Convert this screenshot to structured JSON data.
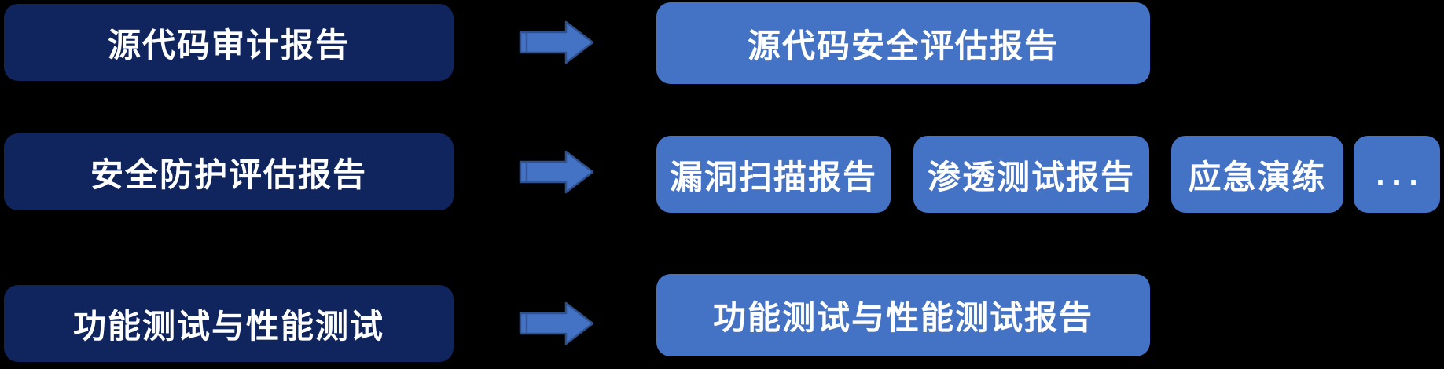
{
  "diagram": {
    "background_color": "#000000",
    "colors": {
      "source_box": "#10245E",
      "output_box": "#4472C4",
      "arrow_fill": "#4472C4",
      "arrow_border": "#2F528F",
      "text": "#FFFFFF"
    },
    "rows": [
      {
        "source": "源代码审计报告",
        "outputs": [
          {
            "label": "源代码安全评估报告"
          }
        ]
      },
      {
        "source": "安全防护评估报告",
        "outputs": [
          {
            "label": "漏洞扫描报告"
          },
          {
            "label": "渗透测试报告"
          },
          {
            "label": "应急演练"
          },
          {
            "label": "..."
          }
        ]
      },
      {
        "source": "功能测试与性能测试",
        "outputs": [
          {
            "label": "功能测试与性能测试报告"
          }
        ]
      }
    ]
  }
}
